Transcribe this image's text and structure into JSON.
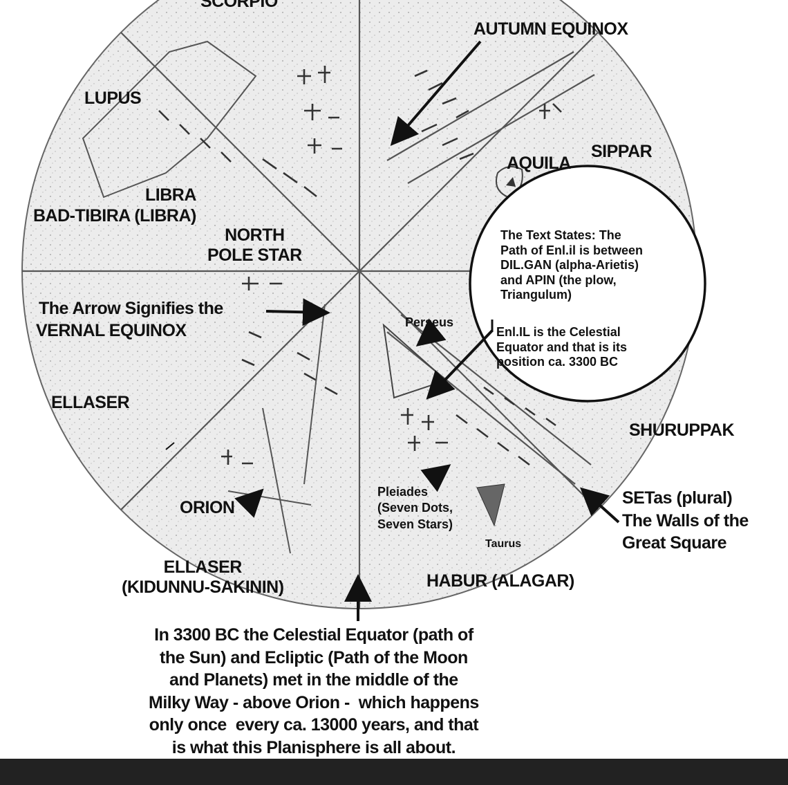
{
  "labels": {
    "scorpio": "SCORPIO",
    "autumn_equinox": "AUTUMN EQUINOX",
    "lupus": "LUPUS",
    "aquila": "AQUILA",
    "sippar": "SIPPAR",
    "libra": "LIBRA",
    "bad_tibira": "BAD-TIBIRA (LIBRA)",
    "north_pole_star": "NORTH\nPOLE STAR",
    "arrow_note": "The Arrow Signifies the",
    "vernal_equinox": "VERNAL EQUINOX",
    "perseus": "Perseus",
    "ellaser": "ELLASER",
    "shuruppak": "SHURUPPAK",
    "orion": "ORION",
    "pleiades": "Pleiades\n(Seven Dots,\nSeven Stars)",
    "taurus": "Taurus",
    "setas": "SETas (plural)\nThe Walls of the\nGreat Square",
    "ellaser_kidunnu": "ELLASER\n(KIDUNNU-SAKININ)",
    "habur": "HABUR (ALAGAR)"
  },
  "circle_text": {
    "text_states": "The Text States: The\nPath of Enl.il is between\nDIL.GAN (alpha-Arietis)\nand APIN (the plow,\nTriangulum)",
    "enlil": "Enl.IL is the Celestial\nEquator and that is its\nposition ca. 3300 BC"
  },
  "caption": "In 3300 BC the Celestial Equator (path of\nthe Sun) and Ecliptic (Path of the Moon\nand Planets) met in the middle of the\nMilky Way - above Orion -  which happens\nonly once  every ca. 13000 years, and that\nis what this Planisphere is all about."
}
